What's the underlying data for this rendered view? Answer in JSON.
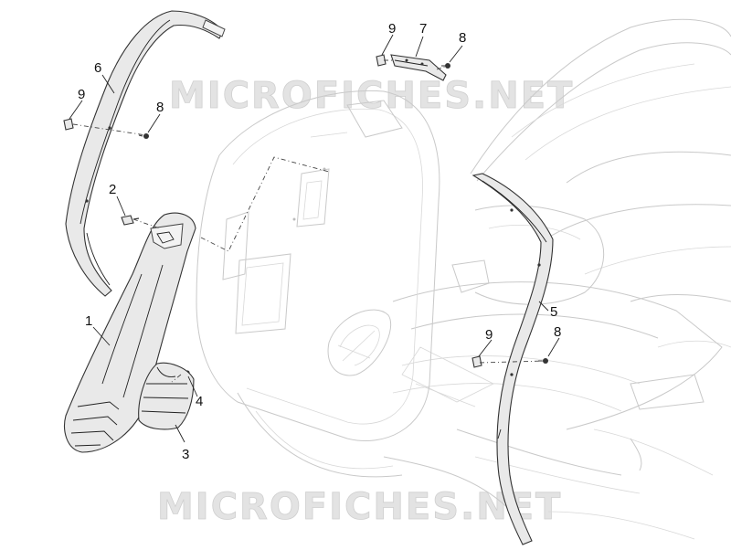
{
  "watermark": {
    "top": "MICROFICHES.NET",
    "bottom": "MICROFICHES.NET"
  },
  "callouts": [
    {
      "id": "c9a",
      "label": "9"
    },
    {
      "id": "c7",
      "label": "7"
    },
    {
      "id": "c8a",
      "label": "8"
    },
    {
      "id": "c6",
      "label": "6"
    },
    {
      "id": "c9b",
      "label": "9"
    },
    {
      "id": "c8b",
      "label": "8"
    },
    {
      "id": "c2",
      "label": "2"
    },
    {
      "id": "c1",
      "label": "1"
    },
    {
      "id": "c4",
      "label": "4"
    },
    {
      "id": "c3",
      "label": "3"
    },
    {
      "id": "c5",
      "label": "5"
    },
    {
      "id": "c9c",
      "label": "9"
    },
    {
      "id": "c8c",
      "label": "8"
    }
  ]
}
